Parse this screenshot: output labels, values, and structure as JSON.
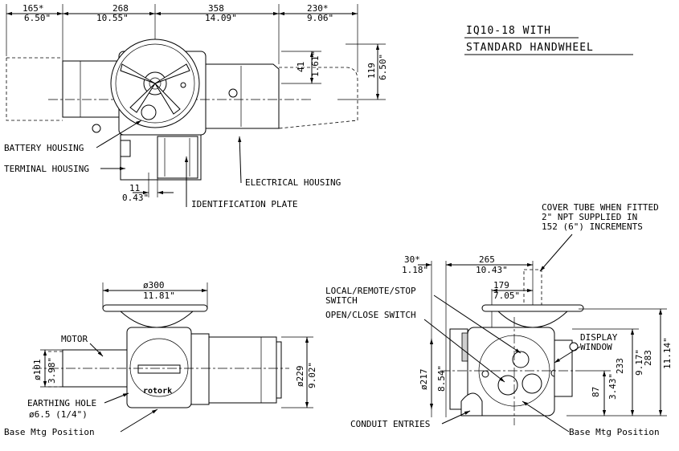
{
  "title": {
    "line1": "IQ10-18 WITH",
    "line2": "STANDARD HANDWHEEL"
  },
  "side_view": {
    "dims_top": [
      {
        "mm": "165*",
        "in": "6.50\""
      },
      {
        "mm": "268",
        "in": "10.55\""
      },
      {
        "mm": "358",
        "in": "14.09\""
      },
      {
        "mm": "230*",
        "in": "9.06\""
      }
    ],
    "dim_41": {
      "mm": "41",
      "in": "1.61\""
    },
    "dim_119": {
      "mm": "119",
      "in": "6.50\""
    },
    "dim_11": {
      "mm": "11",
      "in": "0.43\""
    },
    "labels": {
      "battery": "BATTERY HOUSING",
      "terminal": "TERMINAL HOUSING",
      "electrical": "ELECTRICAL HOUSING",
      "ident": "IDENTIFICATION PLATE"
    }
  },
  "front_view": {
    "dim_300": {
      "mm": "ø300",
      "in": "11.81\""
    },
    "dim_101": {
      "mm": "ø101",
      "in": "3.98\""
    },
    "dim_229": {
      "mm": "ø229",
      "in": "9.02\""
    },
    "labels": {
      "motor": "MOTOR",
      "earthing1": "EARTHING HOLE",
      "earthing2": "ø6.5 (1/4\")",
      "base": "Base Mtg Position",
      "brand": "rotork"
    }
  },
  "end_view": {
    "cover1": "COVER TUBE WHEN FITTED",
    "cover2": "2\" NPT SUPPLIED IN",
    "cover3": "152 (6\") INCREMENTS",
    "dim_30": {
      "mm": "30*",
      "in": "1.18\""
    },
    "dim_265": {
      "mm": "265",
      "in": "10.43\""
    },
    "dim_179": {
      "mm": "179",
      "in": "7.05\""
    },
    "dim_217": {
      "mm": "ø217",
      "in": "8.54\""
    },
    "dim_233": {
      "mm": "233",
      "in": "9.17\""
    },
    "dim_283": {
      "mm": "283",
      "in": "11.14\""
    },
    "dim_87": {
      "mm": "87",
      "in": "3.43\""
    },
    "labels": {
      "local1": "LOCAL/REMOTE/STOP",
      "local2": "SWITCH",
      "openclose": "OPEN/CLOSE SWITCH",
      "display1": "DISPLAY",
      "display2": "WINDOW",
      "conduit": "CONDUIT ENTRIES",
      "base": "Base Mtg Position"
    }
  }
}
